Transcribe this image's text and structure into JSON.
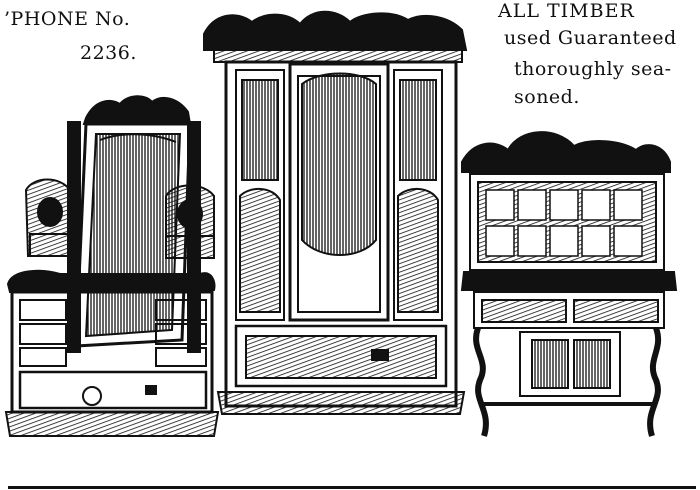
{
  "header": {
    "phone_label": "’PHONE No.",
    "phone_number": "2236.",
    "timber_lines": [
      "ALL  TIMBER",
      "used Guaranteed",
      "thoroughly  sea-",
      "soned."
    ]
  },
  "illustration": {
    "items": [
      "dressing-table",
      "wardrobe",
      "sideboard"
    ],
    "ink_color": "#111111",
    "paper_color": "#ffffff"
  }
}
